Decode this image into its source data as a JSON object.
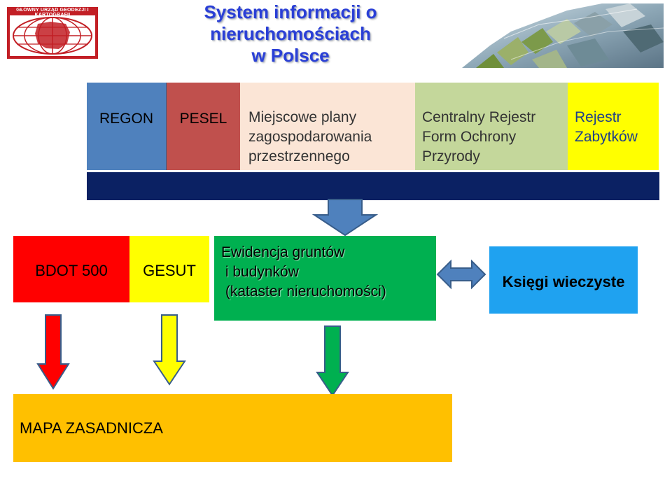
{
  "header": {
    "title_lines": [
      "System informacji o",
      "nieruchomościach",
      "w Polsce"
    ],
    "logo_text": "GŁÓWNY URZĄD GEODEZJI I KARTOGRAFII"
  },
  "registers": {
    "regon": "REGON",
    "pesel": "PESEL",
    "mpzp_lines": [
      "Miejscowe plany",
      "zagospodarowania",
      "przestrzennego"
    ],
    "crfop_lines": [
      "Centralny Rejestr",
      "Form Ochrony",
      "Przyrody"
    ],
    "zabytki_lines": [
      "Rejestr",
      "Zabytków"
    ]
  },
  "middle": {
    "bdot": "BDOT 500",
    "gesut": "GESUT",
    "egib_lines": [
      "Ewidencja gruntów",
      " i budynków",
      " (kataster nieruchomości)"
    ],
    "kw": "Księgi wieczyste"
  },
  "bottom": {
    "mapa": "MAPA ZASADNICZA"
  },
  "colors": {
    "regon": "#4f81bd",
    "pesel": "#c0504d",
    "mpzp": "#fbe5d6",
    "crfop": "#c4d79b",
    "zabytki": "#ffff00",
    "navy_bar": "#0b2163",
    "bdot": "#ff0000",
    "gesut": "#ffff00",
    "egib": "#00b050",
    "kw": "#1fa2f0",
    "mapa": "#ffc000",
    "title": "#2a3fd6"
  }
}
